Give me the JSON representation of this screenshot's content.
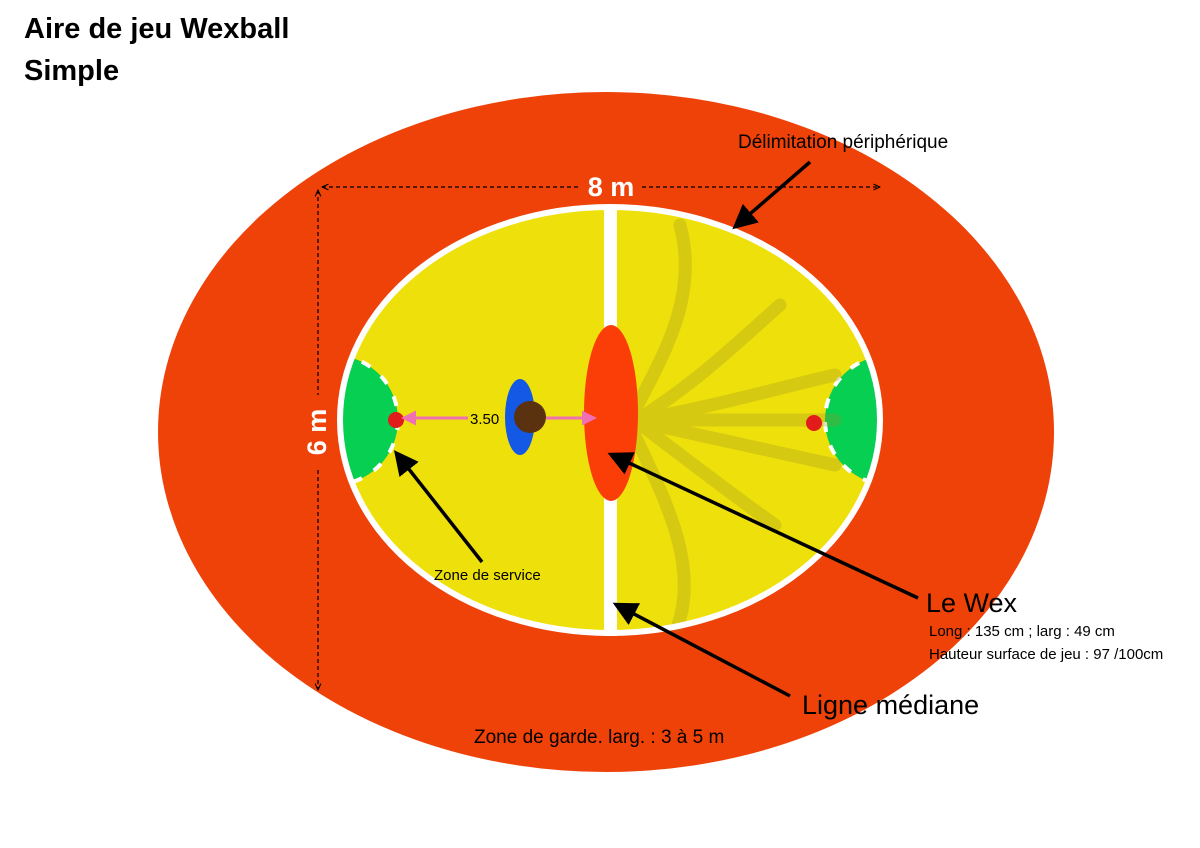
{
  "title": {
    "line1": "Aire de jeu Wexball",
    "line2": "Simple"
  },
  "dimensions": {
    "width": "8 m",
    "height": "6 m",
    "serve_distance": "3.50"
  },
  "labels": {
    "perimeter": "Délimitation périphérique",
    "service_zone": "Zone de service",
    "wex": "Le Wex",
    "wex_size": "Long : 135 cm ; larg : 49 cm",
    "wex_height": "Hauteur surface de jeu : 97 /100cm",
    "midline": "Ligne médiane",
    "guard_zone": "Zone de garde. larg. : 3 à 5 m"
  },
  "colors": {
    "guard_zone": "#ef4209",
    "court": "#eee00a",
    "service_zone": "#06cf52",
    "wex": "#fb3d08",
    "player_blue": "#1458e6",
    "ball": "#5a3210",
    "marker": "#e21b1b",
    "distance_arrow": "#f070b4"
  }
}
